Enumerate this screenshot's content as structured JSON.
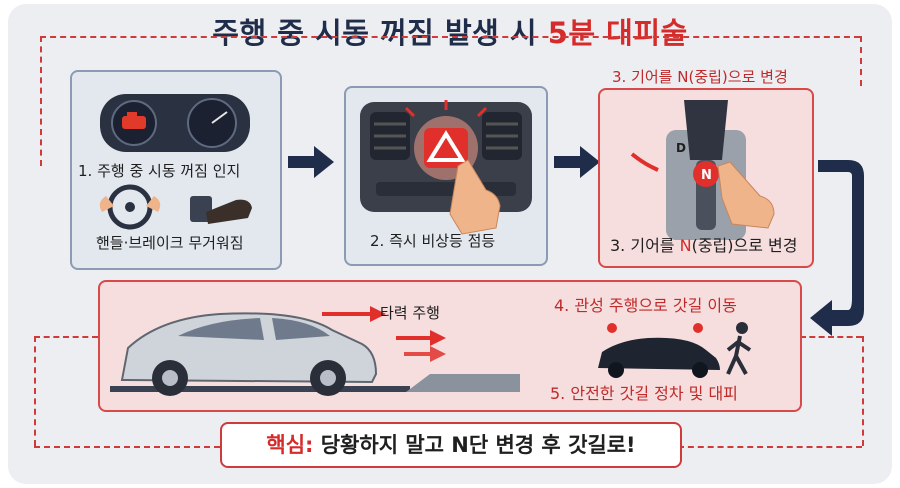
{
  "title": {
    "main": "주행 중 시동 꺼짐 발생 시",
    "highlight": "5분 대피술"
  },
  "step1": {
    "label": "1. 주행 중 시동 꺼짐 인지",
    "sub": "핸들·브레이크 무거워짐"
  },
  "step2": {
    "label": "2. 즉시 비상등 점등"
  },
  "step3": {
    "top_label": "3. 기어를 N(중립)으로 변경",
    "bottom_prefix": "3. 기어를 ",
    "bottom_n": "N",
    "bottom_suffix": "(중립)으로 변경",
    "gear_d": "D",
    "gear_n": "N"
  },
  "step4": {
    "label": "4. 관성 주행으로 갓길 이동",
    "coast": "타력 주행"
  },
  "step5": {
    "label": "5. 안전한 갓길 정차 및 대피"
  },
  "key": {
    "prefix": "핵심:",
    "text": "당황하지 말고 N단 변경 후 갓길로!"
  },
  "colors": {
    "accent": "#d52b2b",
    "navy": "#1f2d4a"
  }
}
